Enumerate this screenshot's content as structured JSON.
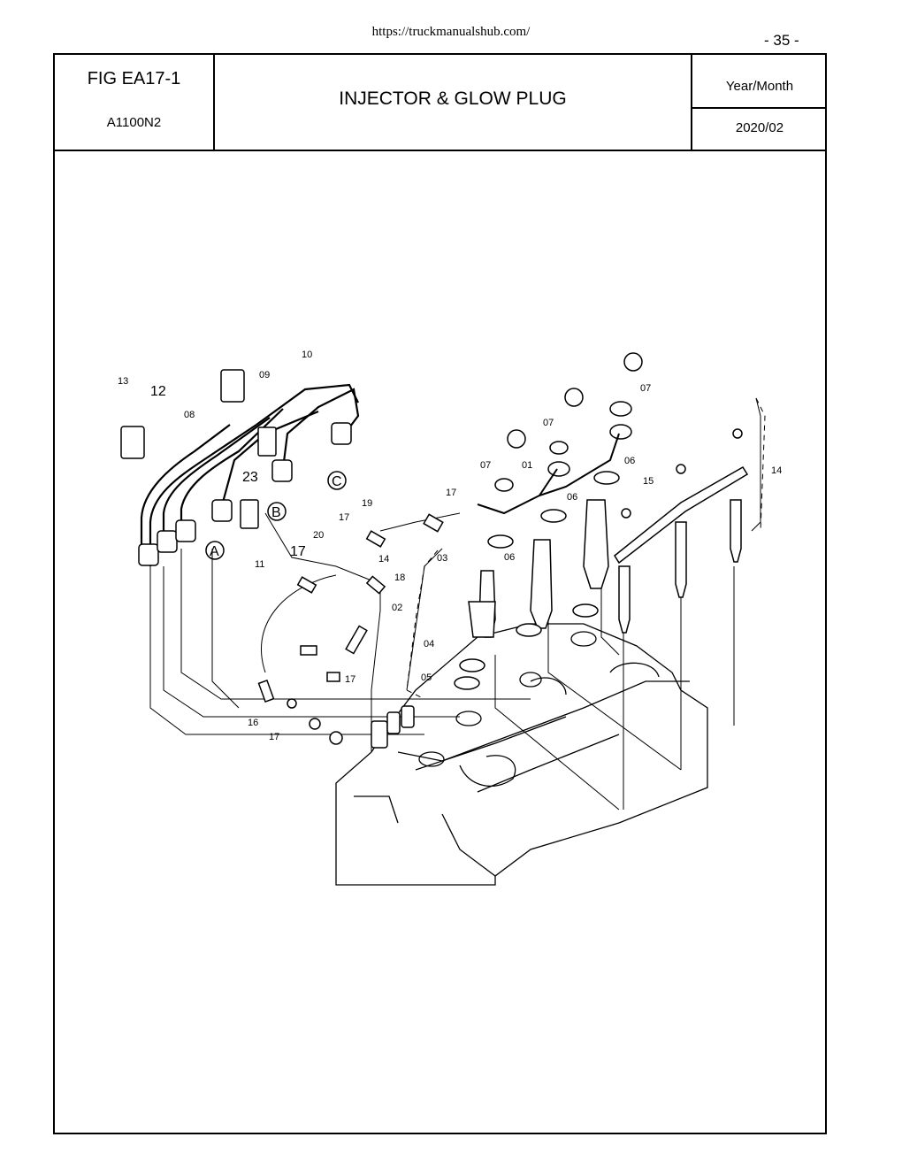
{
  "header": {
    "url": "https://truckmanualshub.com/",
    "page_number": "- 35 -",
    "figure": "FIG EA17-1",
    "model": "A1100N2",
    "title": "INJECTOR & GLOW PLUG",
    "year_month_label": "Year/Month",
    "year_month_value": "2020/02"
  },
  "diagram": {
    "callouts": [
      "13",
      "12",
      "09",
      "10",
      "08",
      "23",
      "11",
      "A",
      "B",
      "C",
      "20",
      "19",
      "17",
      "17",
      "14",
      "17",
      "18",
      "02",
      "16",
      "17",
      "17",
      "03",
      "04",
      "05",
      "06",
      "07",
      "07",
      "07",
      "01",
      "06",
      "06",
      "15",
      "14"
    ]
  }
}
